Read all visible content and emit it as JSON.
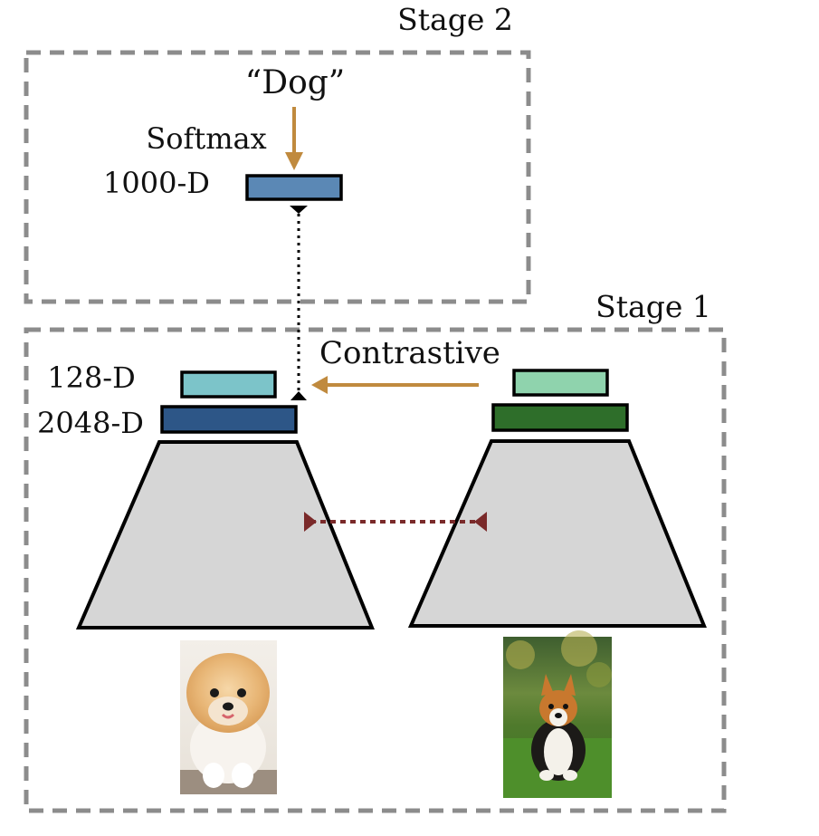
{
  "stage2": {
    "title": "Stage 2"
  },
  "stage1": {
    "title": "Stage 1"
  },
  "labels": {
    "class_word": "“Dog”",
    "softmax": "Softmax",
    "dim_1000": "1000-D",
    "dim_128": "128-D",
    "dim_2048": "2048-D",
    "contrastive": "Contrastive"
  },
  "colors": {
    "dashed_frame": "#8c8c8c",
    "arrow_orange": "#c08a3e",
    "block_1000d": "#5b88b5",
    "block_128d_left": "#7cc4c9",
    "block_2048d_left": "#2d5687",
    "block_128d_right": "#8fd3ad",
    "block_2048d_right": "#2e6e2a",
    "trapezoid_fill": "#d6d6d6",
    "shared_weights_link": "#7a2a2a"
  },
  "images": {
    "left": "pomeranian-dog-photo",
    "right": "corgi-dog-photo"
  }
}
